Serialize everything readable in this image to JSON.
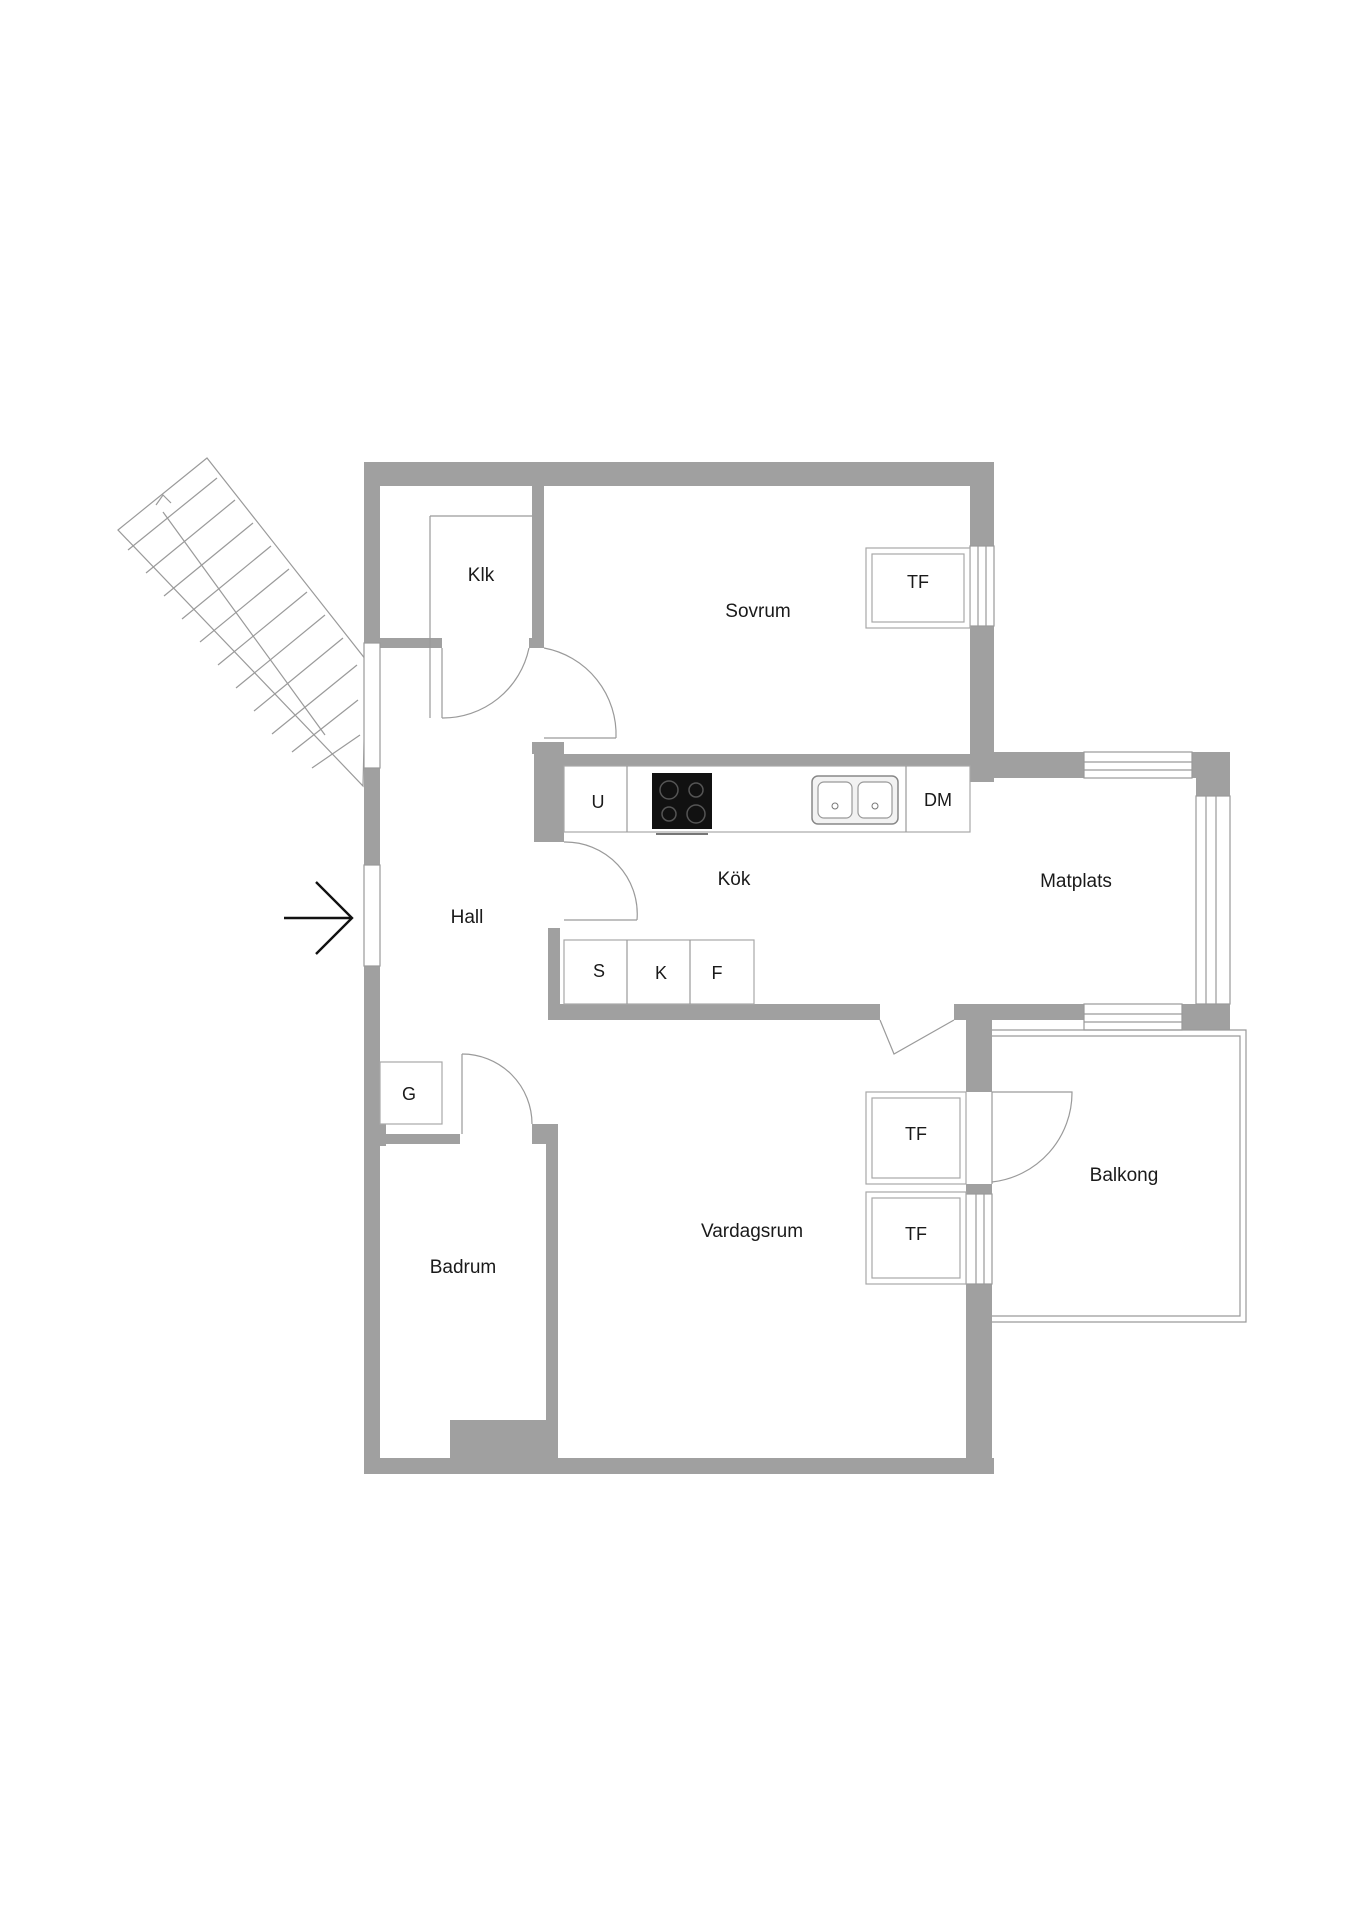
{
  "rooms": {
    "klk": "Klk",
    "sovrum": "Sovrum",
    "kok": "Kök",
    "matplats": "Matplats",
    "hall": "Hall",
    "vardagsrum": "Vardagsrum",
    "badrum": "Badrum",
    "balkong": "Balkong"
  },
  "fixtures": {
    "tf_sovrum": "TF",
    "tf_vardag_1": "TF",
    "tf_vardag_2": "TF",
    "u": "U",
    "dm": "DM",
    "s": "S",
    "k": "K",
    "f": "F",
    "g": "G"
  },
  "icons": {
    "entrance": "entrance-arrow-icon",
    "stove": "stove-icon",
    "sink": "sink-icon",
    "stairs": "stairs-icon"
  },
  "colors": {
    "wall": "#a0a0a0",
    "line": "#9a9a9a",
    "text": "#1a1a1a"
  }
}
